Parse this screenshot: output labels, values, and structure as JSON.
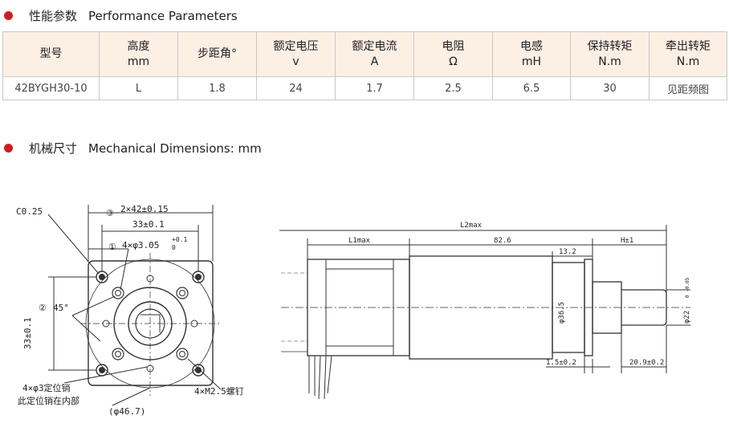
{
  "performance": {
    "title_cn": "性能参数",
    "title_en": "Performance Parameters",
    "headers": [
      {
        "line1": "型号",
        "line2": ""
      },
      {
        "line1": "高度",
        "line2": "mm"
      },
      {
        "line1": "步距角°",
        "line2": ""
      },
      {
        "line1": "额定电压",
        "line2": "v"
      },
      {
        "line1": "额定电流",
        "line2": "A"
      },
      {
        "line1": "电阻",
        "line2": "Ω"
      },
      {
        "line1": "电感",
        "line2": "mH"
      },
      {
        "line1": "保持转矩",
        "line2": "N.m"
      },
      {
        "line1": "牵出转矩",
        "line2": "N.m"
      }
    ],
    "row": [
      "42BYGH30-10",
      "L",
      "1.8",
      "24",
      "1.7",
      "2.5",
      "6.5",
      "30",
      "见距频图"
    ]
  },
  "mechanical": {
    "title_cn": "机械尺寸",
    "title_en": "Mechanical Dimensions: mm"
  },
  "front_view": {
    "chamfer": "C0.25",
    "dim_outer_num": "③",
    "dim_outer": "2×42±0.15",
    "dim_hole_spacing": "33±0.1",
    "dim_pin_num": "①",
    "dim_pin": "4×φ3.05",
    "dim_pin_tol": "+0.1",
    "dim_pin_tol2": "0",
    "angle_num": "②",
    "angle": "45°",
    "dim_vertical": "33±0.1",
    "pin_note": "4×φ3定位销",
    "pin_note2": "此定位销在内部",
    "screw_note": "4×M2.5螺钉",
    "pcd": "(φ46.7)"
  },
  "side_view": {
    "l2": "L2max",
    "l1": "L1max",
    "gear_len": "82.6",
    "flange": "13.2",
    "h": "H±1",
    "body_dia": "φ36.5",
    "shaft_dia": "φ22",
    "shaft_tol": "0 -0.05",
    "flange_thk": "1.5±0.2",
    "shaft_len": "20.9±0.2"
  }
}
